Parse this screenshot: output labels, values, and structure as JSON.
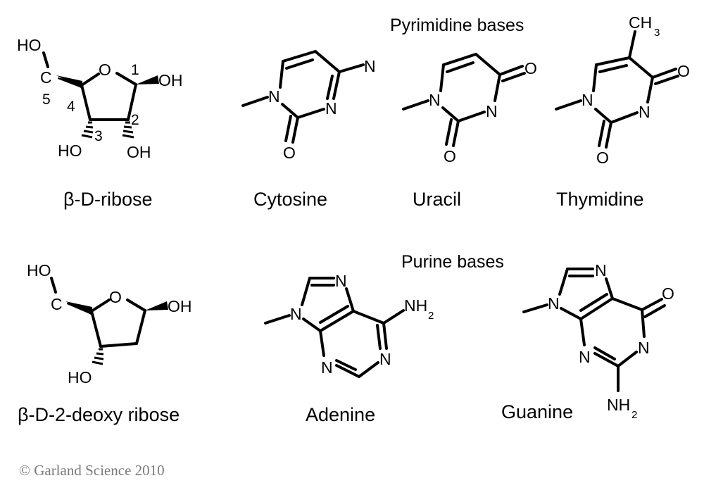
{
  "sections": {
    "pyrimidine": "Pyrimidine bases",
    "purine": "Purine bases"
  },
  "molecules": {
    "ribose": {
      "name": "β-D-ribose",
      "atoms": {
        "ho5": "HO",
        "c5": "C",
        "o_ring": "O",
        "oh1": "OH",
        "ho3": "HO",
        "oh2": "OH"
      },
      "numbers": {
        "n1": "1",
        "n2": "2",
        "n3": "3",
        "n4": "4",
        "n5": "5"
      }
    },
    "cytosine": {
      "name": "Cytosine",
      "atoms": {
        "n1": "N",
        "n3": "N",
        "n4": "N",
        "o2": "O"
      }
    },
    "uracil": {
      "name": "Uracil",
      "atoms": {
        "n1": "N",
        "n3": "N",
        "o4": "O",
        "o2": "O"
      }
    },
    "thymidine": {
      "name": "Thymidine",
      "atoms": {
        "ch3": "CH",
        "ch3_sub": "3",
        "n1": "N",
        "n3": "N",
        "o4": "O",
        "o2": "O"
      }
    },
    "deoxyribose": {
      "name": "β-D-2-deoxy ribose",
      "atoms": {
        "ho5": "HO",
        "c5": "C",
        "o_ring": "O",
        "oh1": "OH",
        "ho3": "HO"
      }
    },
    "adenine": {
      "name": "Adenine",
      "atoms": {
        "n7": "N",
        "n9": "N",
        "nh2": "NH",
        "nh2_sub": "2",
        "n1": "N",
        "n3": "N"
      }
    },
    "guanine": {
      "name": "Guanine",
      "atoms": {
        "n7": "N",
        "n9": "N",
        "o6": "O",
        "n1": "N",
        "n3": "N",
        "nh2": "NH",
        "nh2_sub": "2"
      }
    }
  },
  "footer": {
    "copyright": "© Garland Science 2010"
  }
}
